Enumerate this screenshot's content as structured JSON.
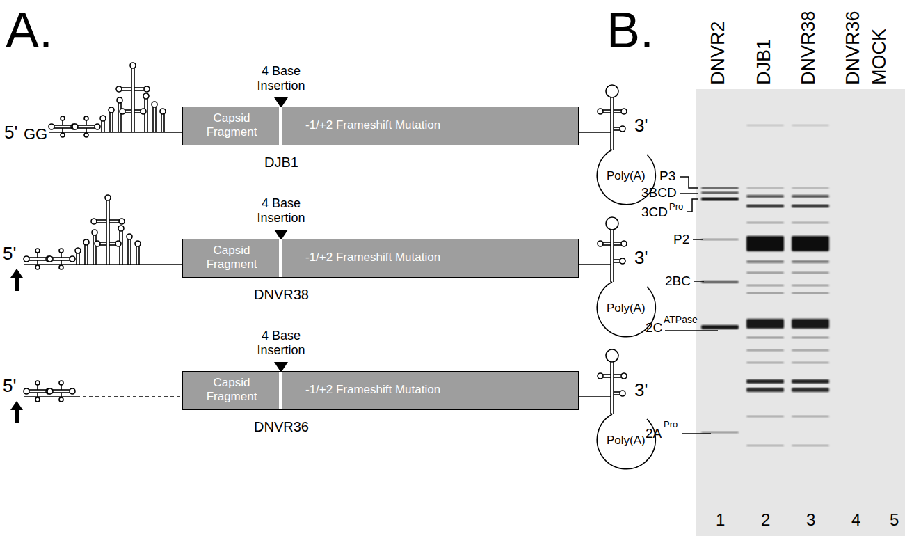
{
  "diagram": {
    "nodes": [
      {
        "text": [
          "Capsid Fragment",
          "-1/+2 Frameshift Mutation"
        ]
      },
      {
        "text": [
          "Capsid Fragment",
          "-1/+2 Frameshift Mutation"
        ]
      },
      {
        "text": [
          "Capsid Fragment",
          "-1/+2 Frameshift Mutation"
        ]
      }
    ],
    "labels": [
      "A.",
      "4 Base Insertion",
      "5'",
      "GG",
      "3'",
      "Poly(A)",
      "DJB1",
      "4 Base Insertion",
      "5'",
      "3'",
      "Poly(A)",
      "DNVR38",
      "4 Base Insertion",
      "5'",
      "3'",
      "Poly(A)",
      "DNVR36",
      "B.",
      "DNVR2",
      "DJB1",
      "DNVR38",
      "DNVR36",
      "MOCK",
      "P3",
      "3BCD",
      "3CD",
      "Pro",
      "P2",
      "2BC",
      "2C",
      "ATPase",
      "2A",
      "Pro",
      "1",
      "2",
      "3",
      "4",
      "5"
    ]
  }
}
